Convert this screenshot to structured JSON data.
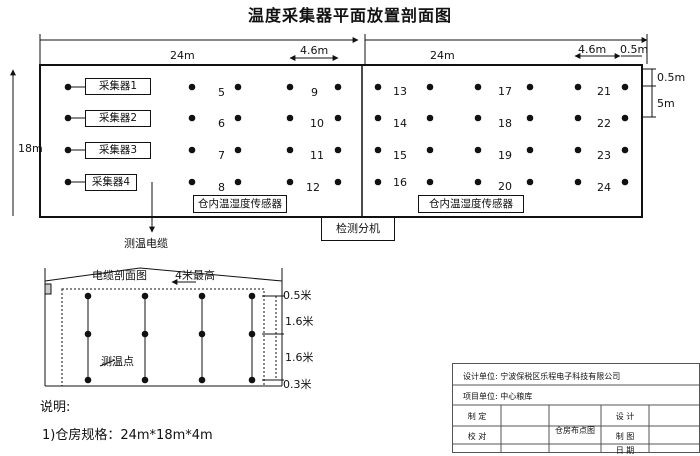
{
  "title": "温度采集器平面放置剖面图",
  "dims": {
    "top_left": "24m",
    "top_right": "24m",
    "spacing_left": "4.6m",
    "spacing_right": "4.6m",
    "edge_right": "0.5m",
    "height_left": "18m",
    "right_edge_top": "0.5m",
    "right_edge_mid": "5m"
  },
  "collectors": [
    "采集器1",
    "采集器2",
    "采集器3",
    "采集器4"
  ],
  "points": {
    "left_col2": [
      "5",
      "6",
      "7",
      "8"
    ],
    "left_col4": [
      "9",
      "10",
      "11",
      "12"
    ],
    "right_col1": [
      "13",
      "14",
      "15",
      "16"
    ],
    "right_col2": [
      "17",
      "18",
      "19",
      "20"
    ],
    "right_col4": [
      "21",
      "22",
      "23",
      "24"
    ]
  },
  "sensor_label_left": "仓内温湿度传感器",
  "sensor_label_right": "仓内温湿度传感器",
  "analyzer": "检测分机",
  "cable_label": "测温电缆",
  "section": {
    "title": "电缆剖面图",
    "height_note": "4米最高",
    "dim_top": "0.5米",
    "dim_mid1": "1.6米",
    "dim_mid2": "1.6米",
    "dim_bottom": "0.3米",
    "point_label": "测温点"
  },
  "notes": {
    "heading": "说明:",
    "line1": "1)仓房规格：24m*18m*4m"
  },
  "title_block": {
    "design_unit": "设计单位: 宁波保税区乐程电子科技有限公司",
    "project_unit": "项目单位: 中心粮库",
    "r1c1": "制  定",
    "r2c1": "校  对",
    "mid": "仓房布点图",
    "r1c3": "设  计",
    "r2c3": "制  图",
    "r3c3": "日  期"
  }
}
